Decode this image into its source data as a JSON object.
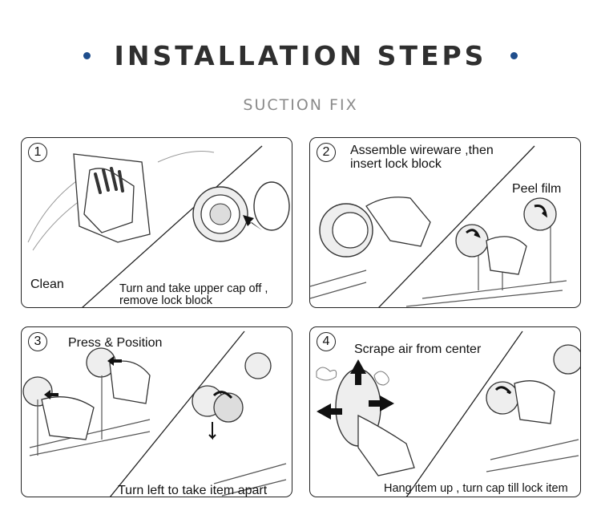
{
  "header": {
    "title": "INSTALLATION STEPS",
    "subtitle": "SUCTION FIX"
  },
  "colors": {
    "accent": "#1f4e8c",
    "title": "#2f2f2f",
    "subtitle": "#8a8a8a"
  },
  "steps": [
    {
      "number": "1",
      "label_a": "Clean",
      "label_b_line1": "Turn and take upper cap  off ,",
      "label_b_line2": "remove lock block"
    },
    {
      "number": "2",
      "label_a_line1": "Assemble wireware ,then",
      "label_a_line2": "insert lock block",
      "label_b": "Peel film"
    },
    {
      "number": "3",
      "label_a": "Press & Position",
      "label_b": "Turn left to take item apart"
    },
    {
      "number": "4",
      "label_a": "Scrape air from center",
      "label_b": "Hang item up , turn cap till lock item"
    }
  ]
}
